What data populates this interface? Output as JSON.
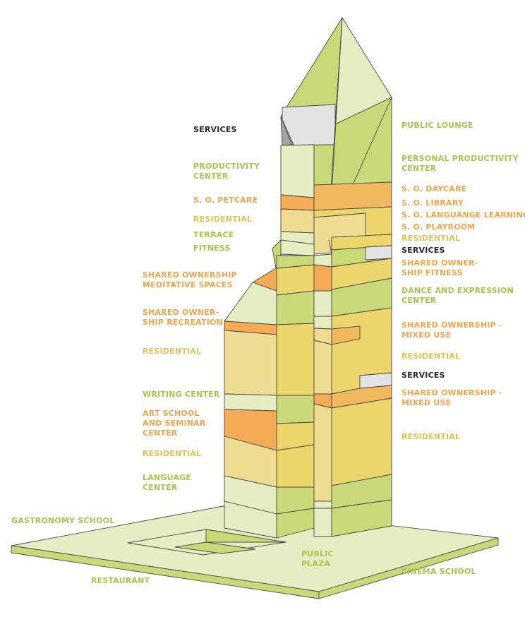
{
  "colors": {
    "green_text": "#a8c64a",
    "orange_text": "#f2a64c",
    "yellow_text": "#e5c455",
    "dark_text": "#2a2a2a",
    "light_green": "#e7edc2",
    "mid_green": "#c9d978",
    "orange": "#f5aa55",
    "yellow": "#ecd56a",
    "pale_yellow": "#efdc93",
    "grey": "#e3e3e3"
  },
  "left_labels": {
    "services": "SERVICES",
    "productivity_1": "PRODUCTIVITY",
    "productivity_2": "CENTER",
    "petcare": "S. O. PETCARE",
    "residential_top": "RESIDENTIAL",
    "terrace": "TERRACE",
    "fitness": "FITNESS",
    "meditative_1": "SHARED OWNERSHIP",
    "meditative_2": "MEDITATIVE SPACES",
    "recreation_1": "SHARED OWNER-",
    "recreation_2": "SHIP RECREATION",
    "residential_mid": "RESIDENTIAL",
    "writing": "WRITING CENTER",
    "art_1": "ART SCHOOL",
    "art_2": "AND SEMINAR",
    "art_3": "CENTER",
    "residential_low": "RESIDENTIAL",
    "language_1": "LANGUAGE",
    "language_2": "CENTER"
  },
  "right_labels": {
    "public_lounge": "PUBLIC LOUNGE",
    "personal_1": "PERSONAL PRODUCTIVITY",
    "personal_2": "CENTER",
    "daycare": "S. O. DAYCARE",
    "library": "S. O. LIBRARY",
    "languange_learning": "S. O. LANGUANGE LEARNING",
    "playroom": "S. O. PLAYROOM",
    "residential_top": "RESIDENTIAL",
    "services_top": "SERVICES",
    "fitness_1": "SHARED OWNER-",
    "fitness_2": "SHIP FITNESS",
    "dance_1": "DANCE  AND EXPRESSION",
    "dance_2": "CENTER",
    "mixed_1a": "SHARED OWNERSHIP -",
    "mixed_1b": "MIXED USE",
    "residential_mid": "RESIDENTIAL",
    "services_bottom": "SERVICES",
    "mixed_2a": "SHARED OWNERSHIP -",
    "mixed_2b": "MIXED USE",
    "residential_low": "RESIDENTIAL"
  },
  "ground_labels": {
    "gastronomy": "GASTRONOMY SCHOOL",
    "restaurant": "RESTAURANT",
    "plaza_1": "PUBLIC",
    "plaza_2": "PLAZA",
    "cinema": "CINEMA SCHOOL"
  }
}
